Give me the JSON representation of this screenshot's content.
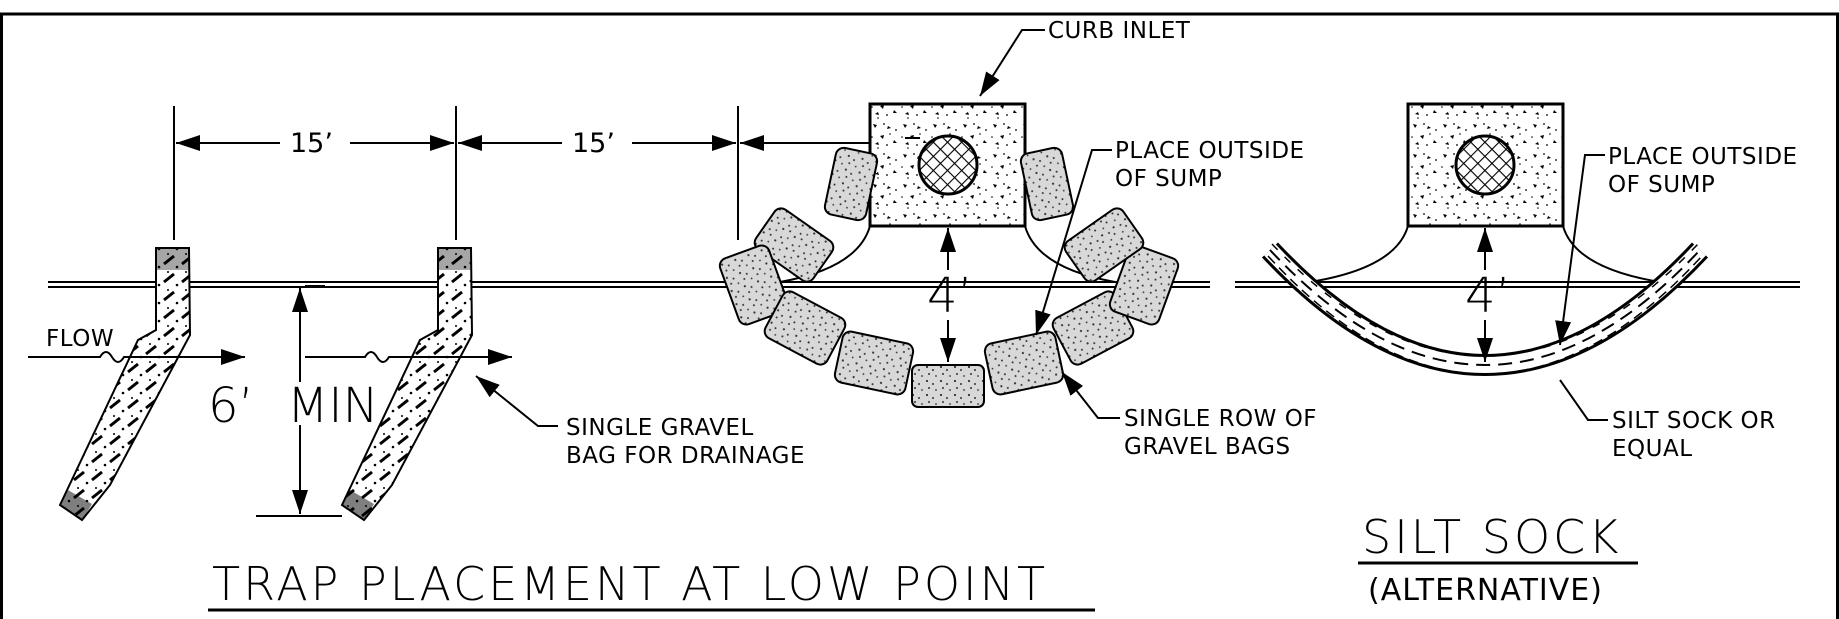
{
  "labels": {
    "curb_inlet": "CURB INLET",
    "place_outside_1": "PLACE OUTSIDE",
    "of_sump_1": "OF SUMP",
    "place_outside_2": "PLACE OUTSIDE",
    "of_sump_2": "OF SUMP",
    "flow": "FLOW",
    "dim_15_a": "15’",
    "dim_15_b": "15’",
    "dim_4_a": "4’",
    "dim_4_b": "4’",
    "dim_6": "6’",
    "dim_min": "MIN",
    "single_gravel_1": "SINGLE GRAVEL",
    "single_gravel_2": "BAG FOR DRAINAGE",
    "single_row_1": "SINGLE ROW OF",
    "single_row_2": "GRAVEL BAGS",
    "silt_sock_1": "SILT SOCK OR",
    "silt_sock_2": "EQUAL"
  },
  "titles": {
    "trap_placement": "TRAP PLACEMENT AT LOW POINT",
    "silt_sock": "SILT SOCK",
    "alternative": "(ALTERNATIVE)"
  }
}
